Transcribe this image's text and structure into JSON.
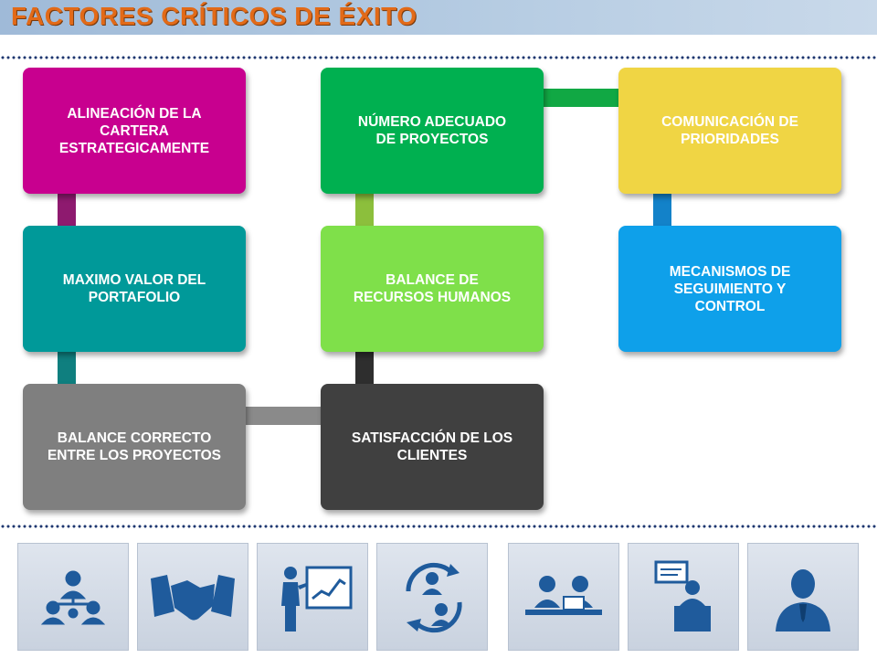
{
  "header": {
    "title": "FACTORES CRÍTICOS DE ÉXITO"
  },
  "colors": {
    "magenta": "#c8008f",
    "teal": "#009999",
    "gray": "#7f7f7f",
    "green": "#00b050",
    "lime": "#7fe04a",
    "dark": "#404040",
    "yellow": "#f0d544",
    "blue": "#0ea0ea",
    "icon_blue": "#1f5b9c"
  },
  "boxes": [
    {
      "id": "alineacion",
      "lines": [
        "ALINEACIÓN DE LA",
        "CARTERA",
        "ESTRATEGICAMENTE"
      ]
    },
    {
      "id": "maximo-valor",
      "lines": [
        "MAXIMO VALOR DEL",
        "PORTAFOLIO"
      ]
    },
    {
      "id": "balance-correcto",
      "lines": [
        "BALANCE CORRECTO",
        "ENTRE LOS PROYECTOS"
      ]
    },
    {
      "id": "numero-adecuado",
      "lines": [
        "NÚMERO ADECUADO",
        "DE PROYECTOS"
      ]
    },
    {
      "id": "balance-recursos",
      "lines": [
        "BALANCE DE",
        "RECURSOS HUMANOS"
      ]
    },
    {
      "id": "satisfaccion",
      "lines": [
        "SATISFACCIÓN DE LOS",
        "CLIENTES"
      ]
    },
    {
      "id": "comunicacion",
      "lines": [
        "COMUNICACIÓN DE",
        "PRIORIDADES"
      ]
    },
    {
      "id": "mecanismos",
      "lines": [
        "MECANISMOS DE",
        "SEGUIMIENTO Y",
        "CONTROL"
      ]
    }
  ],
  "icons": [
    "org-chart-icon",
    "handshake-icon",
    "presentation-icon",
    "cycle-people-icon",
    "team-meeting-icon",
    "speaker-podium-icon",
    "businessman-icon"
  ]
}
